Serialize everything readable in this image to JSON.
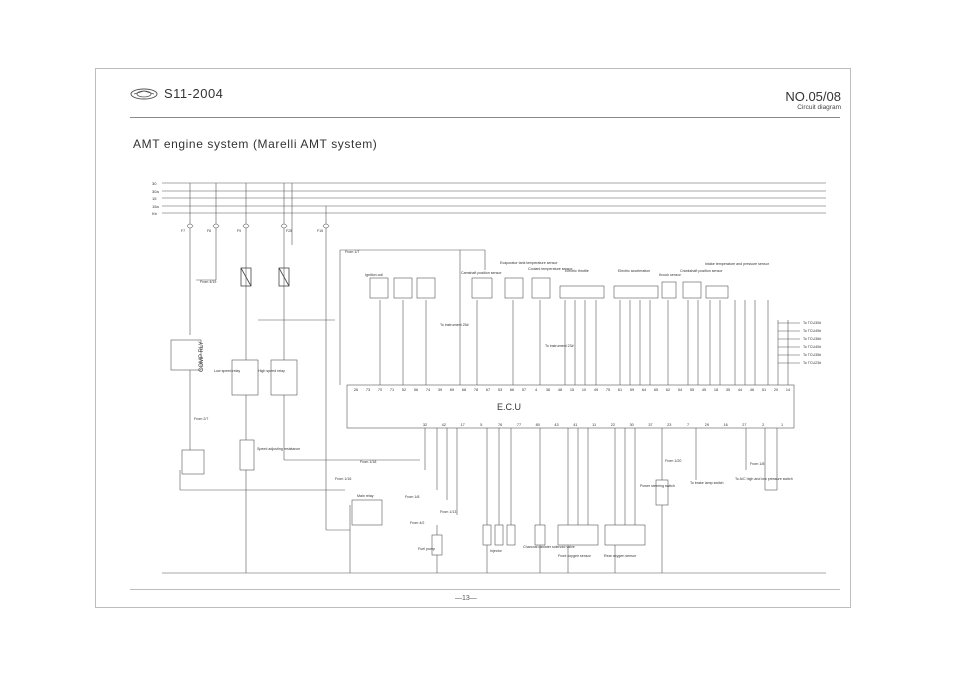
{
  "header": {
    "model": "S11-2004",
    "number": "NO.05/08",
    "subtitle": "Circuit diagram"
  },
  "title": "AMT engine system (Marelli AMT system)",
  "footer": {
    "page": "—13—"
  },
  "rails": [
    "30",
    "30a",
    "15",
    "15a",
    "Kb"
  ],
  "fuses": [
    "F7",
    "F6",
    "F9",
    "F28",
    "F15"
  ],
  "ecu": {
    "label": "E.C.U",
    "top_pins": [
      "26",
      "73",
      "70",
      "71",
      "52",
      "56",
      "74",
      "39",
      "69",
      "68",
      "78",
      "67",
      "53",
      "66",
      "57",
      "4",
      "36",
      "48",
      "15",
      "10",
      "49",
      "75",
      "61",
      "59",
      "64",
      "65",
      "62",
      "54",
      "55",
      "45",
      "18",
      "35",
      "44",
      "46",
      "51",
      "20",
      "14"
    ],
    "bottom_pins": [
      "32",
      "42",
      "17",
      "5",
      "76",
      "77",
      "80",
      "43",
      "41",
      "11",
      "22",
      "30",
      "37",
      "23",
      "7",
      "29",
      "16",
      "27",
      "2",
      "1"
    ]
  },
  "components": {
    "ignition_coil": "Ignition coil",
    "camshaft_sensor": "Camshaft position sensor",
    "evaporator_sensor": "Evaporator tank temperature sensor",
    "coolant_sensor": "Coolant temperature sensor",
    "throttle": "Electric throttle",
    "electric_acc": "Electric acceleration",
    "knock_sensor": "Knock sensor",
    "crankshaft_sensor": "Crankshaft position sensor",
    "intake_sensor": "Intake temperature and pressure sensor",
    "comp_rly": "COMP RLY",
    "low_speed_relay": "Low speed relay",
    "high_speed_relay": "High speed relay",
    "speed_resistance": "Speed adjusting resistance",
    "main_relay": "Main relay",
    "fuel_pump": "Fuel pump",
    "injector": "Injector",
    "canister_valve": "Charcoal canister solenoid valve",
    "front_o2": "Front oxygen sensor",
    "rear_o2": "Rear oxygen sensor",
    "power_steering": "Power steering switch",
    "brake_lamp": "To brake lamp switch",
    "ac_switch": "To A/C high and low pressure switch",
    "to_instrument_a": "To instrument 25#",
    "to_instrument_b": "To instrument 23#"
  },
  "tcu_refs": [
    "To TCU30#",
    "To TCU49#",
    "To TCU36#",
    "To TCU40#",
    "To TCU35#",
    "To TCU23#"
  ],
  "froms": [
    "From 1/7",
    "From 4/19",
    "From 2/7",
    "From 1/18",
    "From 1/16",
    "From 1/13",
    "From 1/8",
    "From 4/2",
    "From 1/20",
    "From 1/8"
  ]
}
